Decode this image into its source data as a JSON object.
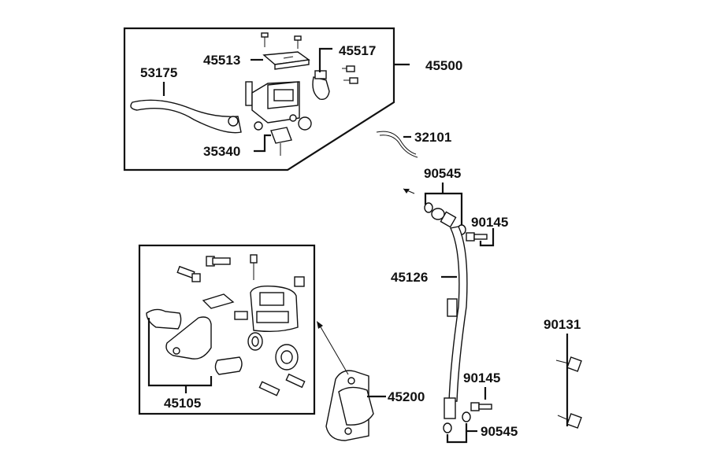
{
  "parts": {
    "master_cylinder_assy": "45500",
    "reservoir_cap": "45513",
    "hose_clamp": "45517",
    "lever": "53175",
    "stop_switch": "35340",
    "switch_wire": "32101",
    "washer_upper": "90545",
    "bolt_upper": "90145",
    "brake_hose": "45126",
    "caliper_assy": "45200",
    "pad_set": "45105",
    "bolt_lower": "90145",
    "washer_lower": "90545",
    "caliper_bolt": "90131"
  }
}
